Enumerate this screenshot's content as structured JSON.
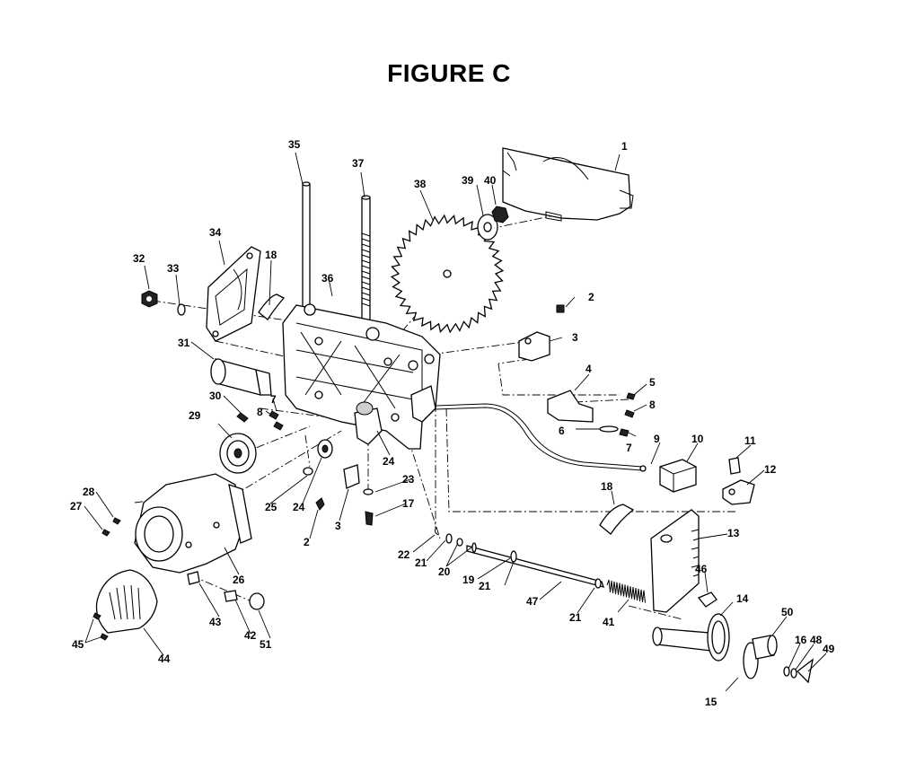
{
  "figure": {
    "title": "FIGURE C"
  },
  "labels": [
    {
      "id": "l1",
      "text": "1"
    },
    {
      "id": "l2a",
      "text": "2"
    },
    {
      "id": "l2b",
      "text": "2"
    },
    {
      "id": "l3a",
      "text": "3"
    },
    {
      "id": "l3b",
      "text": "3"
    },
    {
      "id": "l4",
      "text": "4"
    },
    {
      "id": "l5",
      "text": "5"
    },
    {
      "id": "l6",
      "text": "6"
    },
    {
      "id": "l7a",
      "text": "7"
    },
    {
      "id": "l7b",
      "text": "7"
    },
    {
      "id": "l8a",
      "text": "8"
    },
    {
      "id": "l8b",
      "text": "8"
    },
    {
      "id": "l9",
      "text": "9"
    },
    {
      "id": "l10",
      "text": "10"
    },
    {
      "id": "l11",
      "text": "11"
    },
    {
      "id": "l12",
      "text": "12"
    },
    {
      "id": "l13",
      "text": "13"
    },
    {
      "id": "l14",
      "text": "14"
    },
    {
      "id": "l15",
      "text": "15"
    },
    {
      "id": "l16",
      "text": "16"
    },
    {
      "id": "l17",
      "text": "17"
    },
    {
      "id": "l18a",
      "text": "18"
    },
    {
      "id": "l18b",
      "text": "18"
    },
    {
      "id": "l19",
      "text": "19"
    },
    {
      "id": "l20",
      "text": "20"
    },
    {
      "id": "l21a",
      "text": "21"
    },
    {
      "id": "l21b",
      "text": "21"
    },
    {
      "id": "l21c",
      "text": "21"
    },
    {
      "id": "l22",
      "text": "22"
    },
    {
      "id": "l23",
      "text": "23"
    },
    {
      "id": "l24a",
      "text": "24"
    },
    {
      "id": "l24b",
      "text": "24"
    },
    {
      "id": "l25",
      "text": "25"
    },
    {
      "id": "l26",
      "text": "26"
    },
    {
      "id": "l27",
      "text": "27"
    },
    {
      "id": "l28",
      "text": "28"
    },
    {
      "id": "l29",
      "text": "29"
    },
    {
      "id": "l30",
      "text": "30"
    },
    {
      "id": "l31",
      "text": "31"
    },
    {
      "id": "l32",
      "text": "32"
    },
    {
      "id": "l33",
      "text": "33"
    },
    {
      "id": "l34",
      "text": "34"
    },
    {
      "id": "l35",
      "text": "35"
    },
    {
      "id": "l36",
      "text": "36"
    },
    {
      "id": "l37",
      "text": "37"
    },
    {
      "id": "l38",
      "text": "38"
    },
    {
      "id": "l39",
      "text": "39"
    },
    {
      "id": "l40",
      "text": "40"
    },
    {
      "id": "l41",
      "text": "41"
    },
    {
      "id": "l42",
      "text": "42"
    },
    {
      "id": "l43",
      "text": "43"
    },
    {
      "id": "l44",
      "text": "44"
    },
    {
      "id": "l45",
      "text": "45"
    },
    {
      "id": "l46",
      "text": "46"
    },
    {
      "id": "l47",
      "text": "47"
    },
    {
      "id": "l48",
      "text": "48"
    },
    {
      "id": "l49",
      "text": "49"
    },
    {
      "id": "l50",
      "text": "50"
    },
    {
      "id": "l51",
      "text": "51"
    }
  ]
}
